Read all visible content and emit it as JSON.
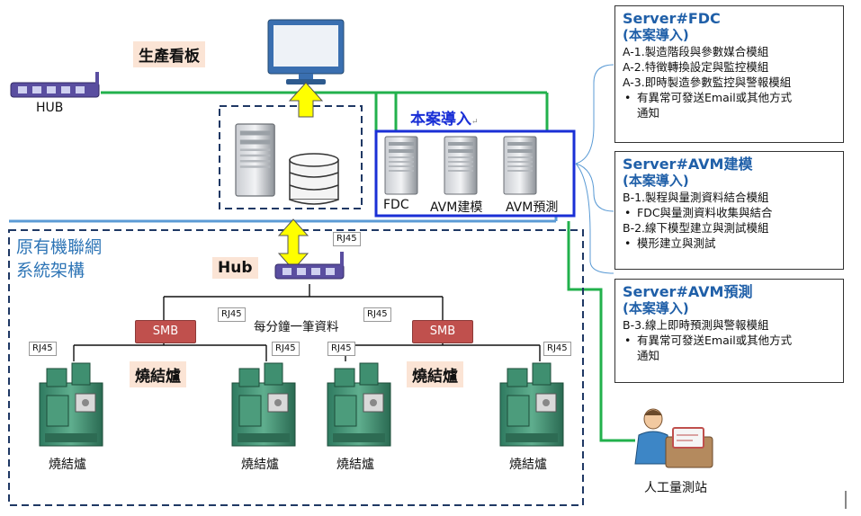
{
  "labels": {
    "dashboard": "生產看板",
    "hub_top": "HUB",
    "new_project": "本案導入",
    "legacy_system_line1": "原有機聯網",
    "legacy_system_line2": "系統架構",
    "hub": "Hub",
    "per_minute": "每分鐘一筆資料",
    "rj45": "RJ45",
    "smb": "SMB",
    "furnace_tag": "燒結爐",
    "furnace": "燒結爐",
    "manual_station": "人工量測站"
  },
  "servers_in_box": [
    "FDC",
    "AVM建模",
    "AVM預測"
  ],
  "server_fdc": {
    "title": "Server#FDC",
    "subtitle": "(本案導入)",
    "lines": [
      {
        "kind": "text",
        "text": "A-1.製造階段與參數媒合模組"
      },
      {
        "kind": "text",
        "text": "A-2.特徵轉換設定與監控模組"
      },
      {
        "kind": "text",
        "text": "A-3.即時製造參數監控與警報模組"
      },
      {
        "kind": "bullet",
        "text": "有異常可發送Email或其他方式"
      },
      {
        "kind": "indent",
        "text": "通知"
      }
    ]
  },
  "server_avm_build": {
    "title": "Server#AVM建模",
    "subtitle": "(本案導入)",
    "lines": [
      {
        "kind": "text",
        "text": "B-1.製程與量測資料結合模組"
      },
      {
        "kind": "bullet",
        "text": "FDC與量測資料收集與結合"
      },
      {
        "kind": "text",
        "text": "B-2.線下模型建立與測試模組"
      },
      {
        "kind": "bullet",
        "text": "模形建立與測試"
      }
    ]
  },
  "server_avm_predict": {
    "title": "Server#AVM預測",
    "subtitle": "(本案導入)",
    "lines": [
      {
        "kind": "text",
        "text": "B-3.線上即時預測與警報模組"
      },
      {
        "kind": "bullet",
        "text": "有異常可發送Email或其他方式"
      },
      {
        "kind": "indent",
        "text": "通知"
      }
    ]
  },
  "colors": {
    "green_line": "#22b14c",
    "blue_line": "#5b9bd5",
    "blue_box": "#1a2fd6",
    "dashed": "#1f3864",
    "legacy_text": "#2e75b6",
    "smb": "#c0504d",
    "arrow_yellow": "#ffff00"
  },
  "icons": [
    "monitor-icon",
    "hub-icon",
    "server-tower-icon",
    "database-icon",
    "furnace-machine-icon",
    "technician-icon"
  ]
}
